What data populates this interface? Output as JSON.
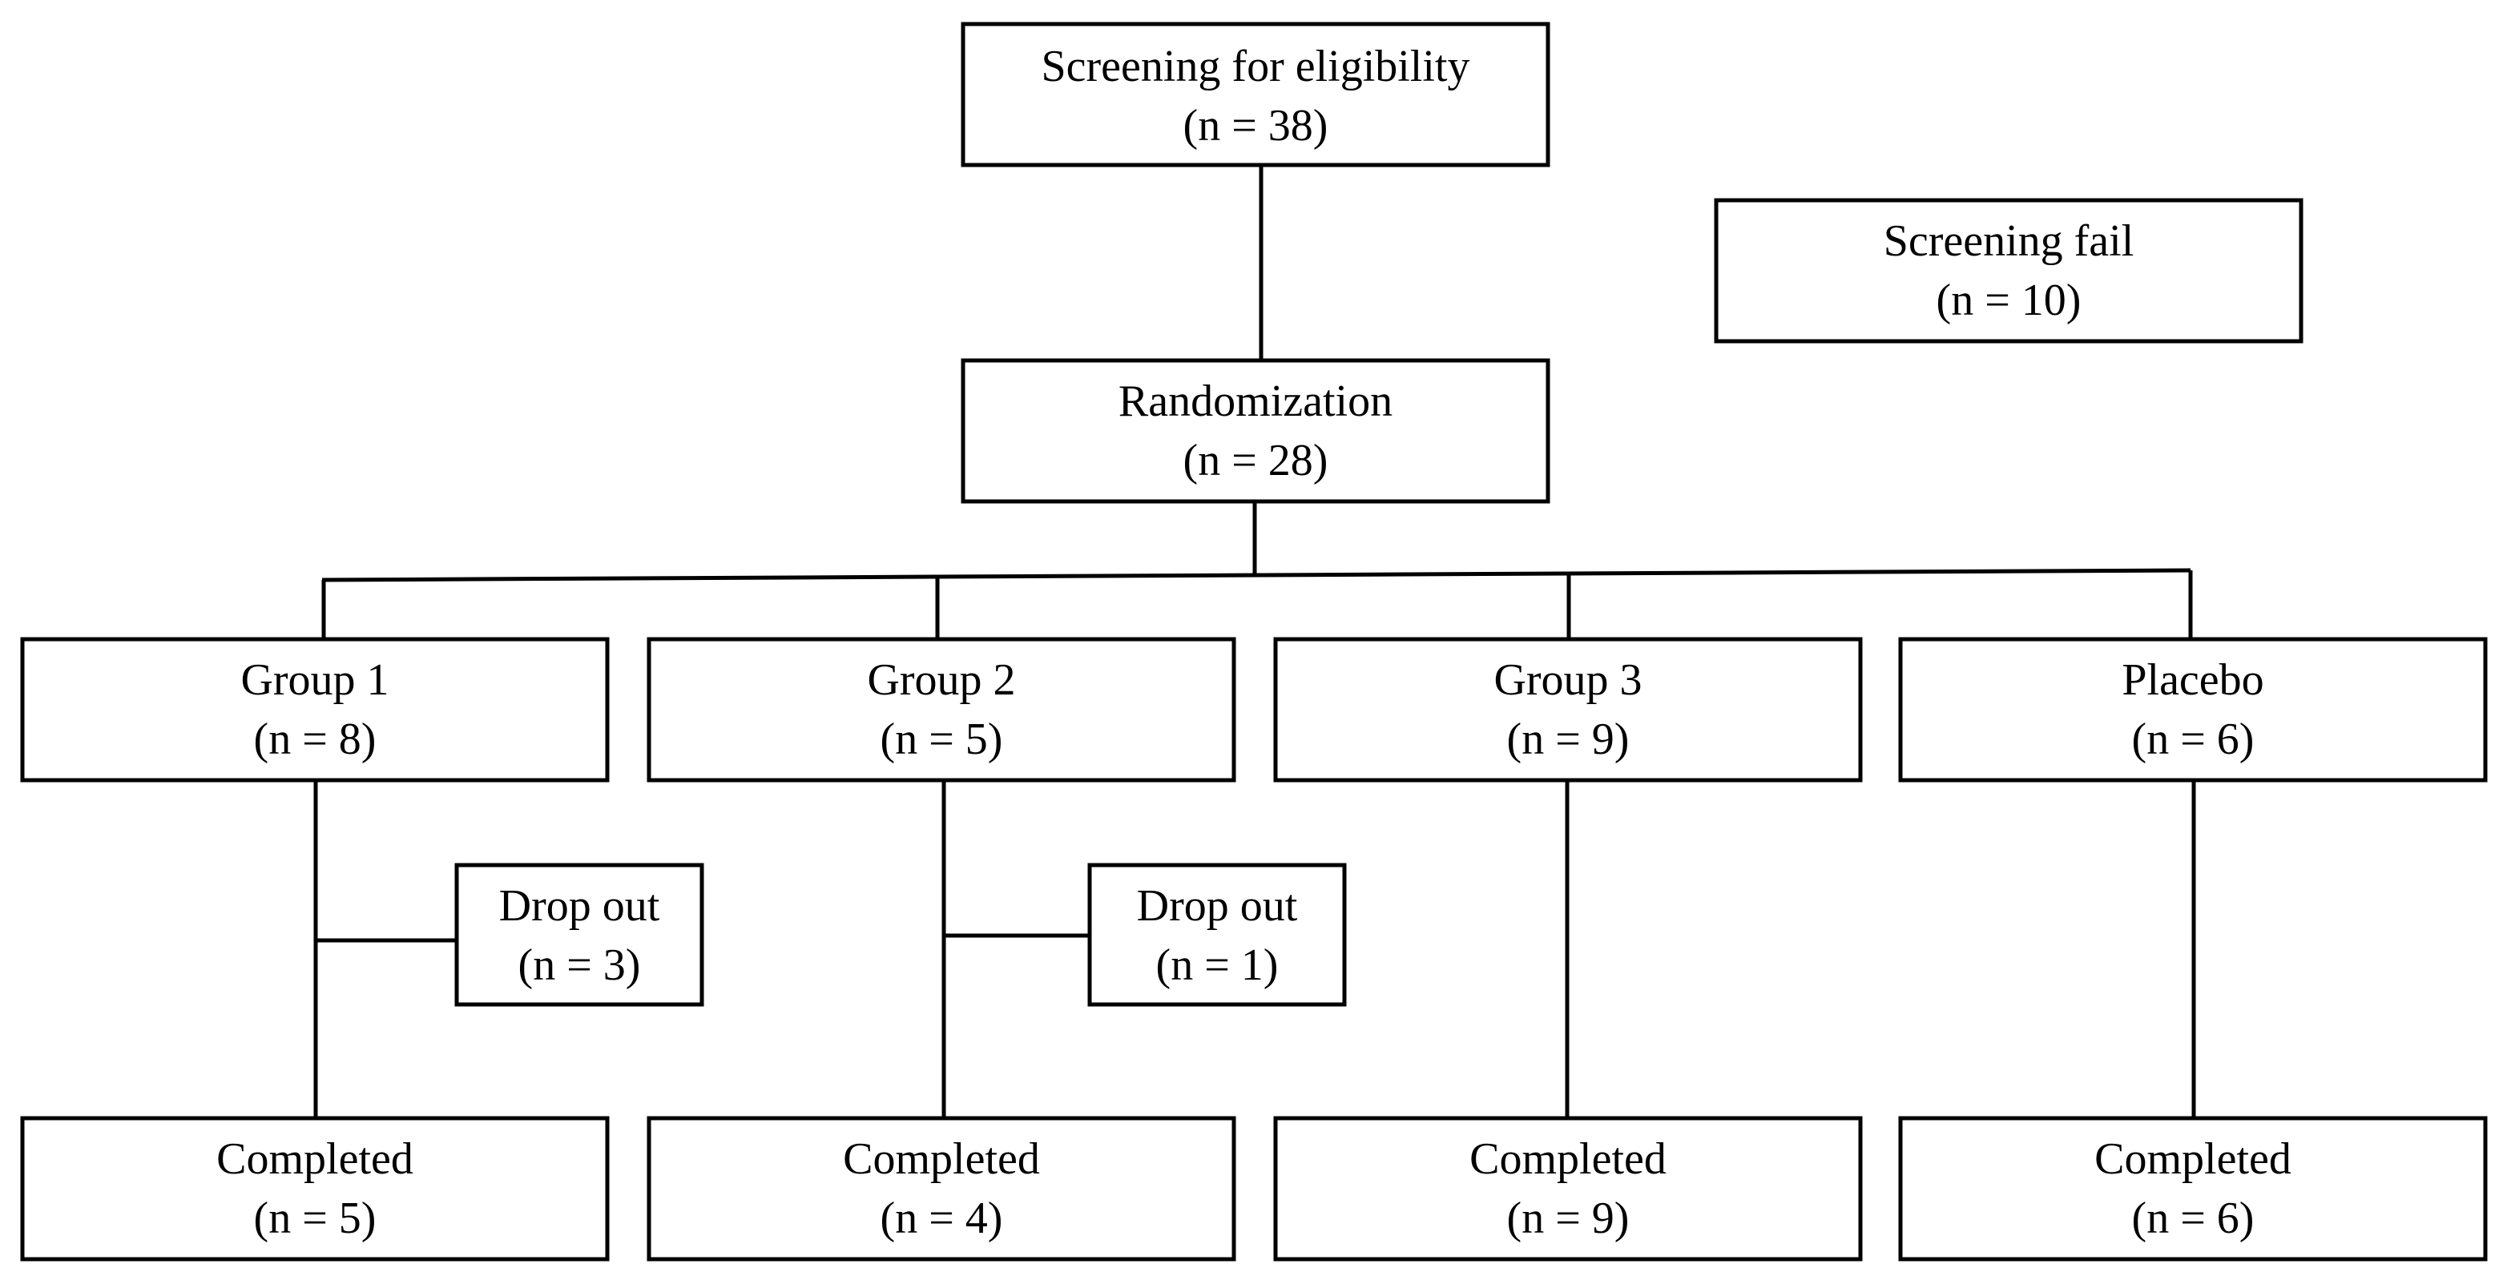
{
  "nodes": {
    "screening": {
      "label": "Screening for eligibility",
      "count": "(n = 38)"
    },
    "screening_fail": {
      "label": "Screening fail",
      "count": "(n = 10)"
    },
    "randomization": {
      "label": "Randomization",
      "count": "(n = 28)"
    },
    "group1": {
      "label": "Group 1",
      "count": "(n = 8)"
    },
    "group2": {
      "label": "Group 2",
      "count": "(n = 5)"
    },
    "group3": {
      "label": "Group 3",
      "count": "(n = 9)"
    },
    "placebo": {
      "label": "Placebo",
      "count": "(n = 6)"
    },
    "dropout1": {
      "label": "Drop out",
      "count": "(n = 3)"
    },
    "dropout2": {
      "label": "Drop out",
      "count": "(n = 1)"
    },
    "completed1": {
      "label": "Completed",
      "count": "(n = 5)"
    },
    "completed2": {
      "label": "Completed",
      "count": "(n = 4)"
    },
    "completed3": {
      "label": "Completed",
      "count": "(n = 9)"
    },
    "completed4": {
      "label": "Completed",
      "count": "(n = 6)"
    }
  }
}
